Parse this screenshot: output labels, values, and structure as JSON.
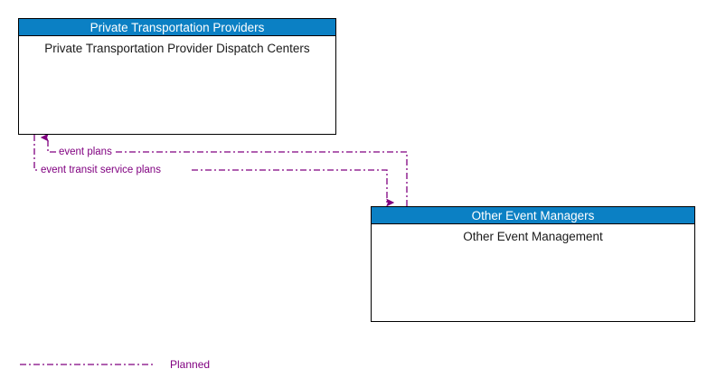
{
  "diagram": {
    "title": "Private Transportation Provider Dispatch Centers to Other Event Management interface diagram",
    "accent_color": "#0b80c4",
    "flow_color": "#800080",
    "border_color": "#000000",
    "background_color": "#ffffff"
  },
  "boxes": [
    {
      "id": "private-transportation-providers",
      "header": "Private Transportation Providers",
      "body": "Private Transportation Provider Dispatch Centers"
    },
    {
      "id": "other-event-managers",
      "header": "Other Event Managers",
      "body": "Other Event Management"
    }
  ],
  "flows": [
    {
      "id": "event-plans",
      "label": "event plans",
      "style": "planned",
      "direction": "other-event-managers-to-private-transportation-providers"
    },
    {
      "id": "event-transit-service-plans",
      "label": "event transit service plans",
      "style": "planned",
      "direction": "private-transportation-providers-to-other-event-managers"
    }
  ],
  "legend": {
    "items": [
      {
        "id": "planned",
        "label": "Planned",
        "line_style": "dash-dot",
        "color": "#800080"
      }
    ]
  }
}
